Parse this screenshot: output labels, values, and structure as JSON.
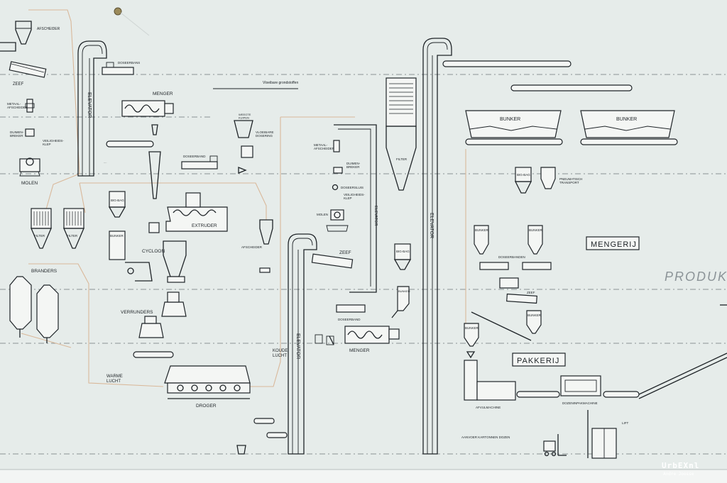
{
  "labels": {
    "afscheider_top": "AFSCHEIDER",
    "zeef_left": "ZEEF",
    "metaal_afscheider_left": "METAAL-\nAFSCHEIDER",
    "duimenbreker_left": "DUIMEN-\nBREKER",
    "veiligheidsklep_left": "VEILIGHEIDS-\nKLEP",
    "molen_left": "MOLEN",
    "elevator_1": "ELEVATOR",
    "doseerbans": "DOSEERBANS",
    "menger_1": "MENGER",
    "vloeibare_grondstoffen": "Vloeibare grondstoffen",
    "weegte_kuipen": "WEEGTE\nKUIPEN",
    "vloeibare_dosering": "VLOEIBARE\nDOSERING",
    "doseerband_1": "DOSEERBAND",
    "extruder": "EXTRUDER",
    "filter_1": "FILTER",
    "filter_2": "FILTER",
    "big_bag_1": "BIG-BAG",
    "bunker_1": "BUNKER",
    "cycloon": "CYCLOON",
    "afscheider_mid": "AFSCHEIDER",
    "branders": "BRANDERS",
    "verrunders": "VERRUNDERS",
    "warme_lucht": "WARME\nLUCHT",
    "koude_lucht": "KOUDE\nLUCHT",
    "droger": "DROGER",
    "elevator_2": "ELEVATOR",
    "metaal_afscheider_mid": "METAAL-\nAFSCHEIDER",
    "duimenbreker_mid": "DUIMEN-\nBREKER",
    "doseersluis": "DOSEERSLUIS",
    "veiligheidsklep_mid": "VEILIGHEIDS-\nKLEP",
    "molen_mid": "MOLEN",
    "zeef_mid": "ZEEF",
    "elevator_3": "ELEVATOR",
    "doseerband_2": "DOSEERBAND",
    "menger_2": "MENGER",
    "filter_3": "FILTER",
    "big_bag_2": "BIG-BAG",
    "bunker_2": "BUNKER",
    "elevator_4": "ELEVATOR",
    "bunker_big_1": "BUNKER",
    "bunker_big_2": "BUNKER",
    "big_bag_3": "BIG-BAG",
    "pneumatisch_transport": "PNEUMATISCH\nTRANSPORT",
    "bunker_3": "BUNKER",
    "bunker_4": "BUNKER",
    "doseerbanden": "DOSEERBANDEN",
    "zeef_right": "ZEEF",
    "bunker_5": "BUNKER",
    "bunker_6": "BUNKER",
    "mengerij": "MENGERIJ",
    "pakkerij": "PAKKERIJ",
    "produk": "PRODUK",
    "afvulmachine": "AFVULMACHINE",
    "dozeninpakmachine": "DOZENINPAKMACHINE",
    "aanvoer_kartonnen_dozen": "AANVOER KARTONNEN DOZEN",
    "lift": "LIFT",
    "watermark_main": "UrbEXnl",
    "watermark_sub": "Andre Joosse"
  },
  "colors": {
    "board": "#e6ecea",
    "ink": "#1f2428",
    "flow_line": "#d9b89a",
    "grid_line": "#6b7478"
  }
}
